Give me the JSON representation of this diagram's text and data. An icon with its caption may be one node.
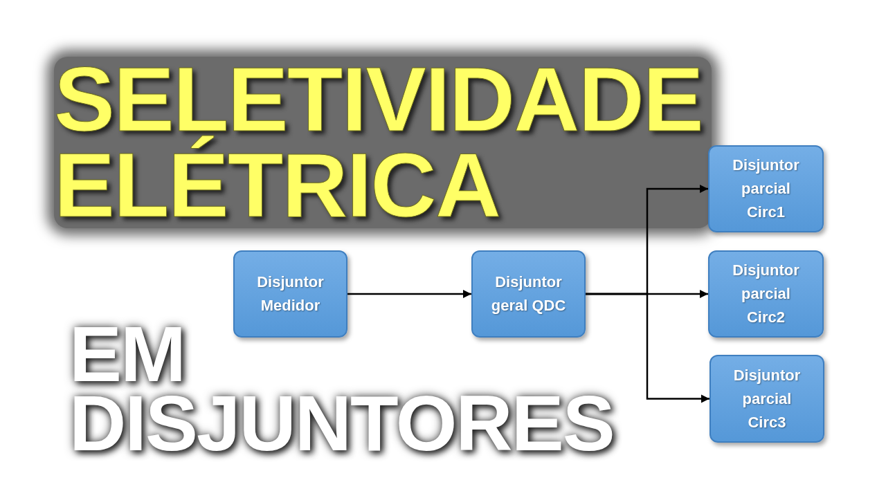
{
  "diagram": {
    "title": "SELETIVIDADE ELÉTRICA",
    "nodes": [
      {
        "text": [
          "Disjuntor Medidor"
        ]
      },
      {
        "text": [
          "Disjuntor geral QDC"
        ]
      },
      {
        "text": [
          "Disjuntor parcial Circ1"
        ]
      },
      {
        "text": [
          "Disjuntor parcial Circ2"
        ]
      },
      {
        "text": [
          "Disjuntor parcial Circ3"
        ]
      }
    ],
    "edges": [
      {
        "from": 0,
        "to": 1,
        "arrow": "to"
      },
      {
        "from": 1,
        "to": 2,
        "arrow": "to"
      },
      {
        "from": 1,
        "to": 3,
        "arrow": "to"
      },
      {
        "from": 1,
        "to": 4,
        "arrow": "to"
      }
    ],
    "labels": [
      "EM DISJUNTORES"
    ]
  }
}
